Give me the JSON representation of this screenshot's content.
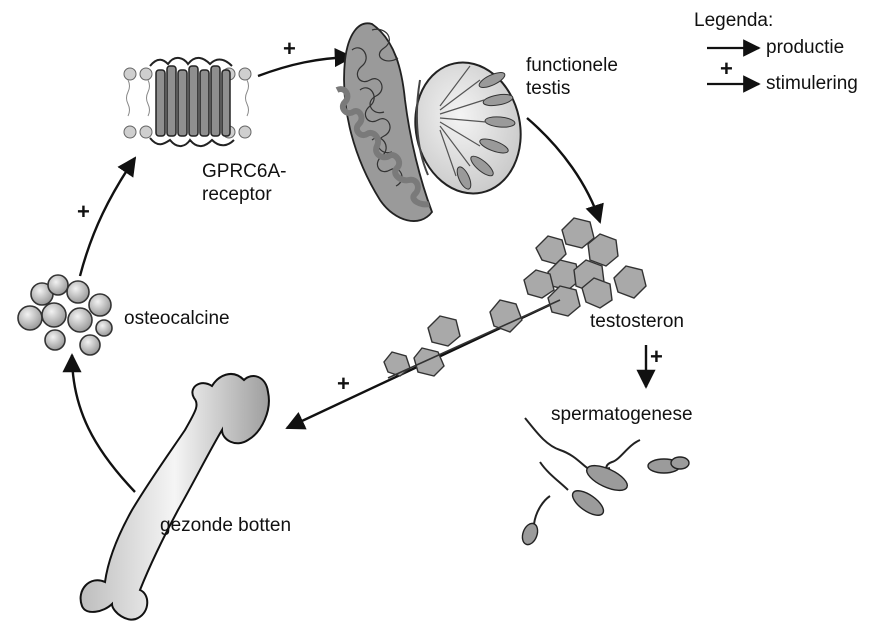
{
  "legend": {
    "title": "Legenda:",
    "production_label": "productie",
    "stimulation_label": "stimulering",
    "plus_symbol": "+"
  },
  "nodes": {
    "receptor": {
      "line1": "GPRC6A-",
      "line2": "receptor",
      "icon": "membrane-receptor-icon"
    },
    "testis": {
      "line1": "functionele",
      "line2": "testis",
      "icon": "testis-icon"
    },
    "testosterone": {
      "label": "testosteron",
      "icon": "hexagon-molecules-icon"
    },
    "spermatogenesis": {
      "label": "spermatogenese",
      "icon": "sperm-cells-icon"
    },
    "bone": {
      "label": "gezonde botten",
      "icon": "femur-bone-icon"
    },
    "osteocalcin": {
      "label": "osteocalcine",
      "icon": "osteocalcin-cluster-icon"
    }
  },
  "arrow_signs": {
    "osteocalcin_to_receptor": "+",
    "receptor_to_testis": "+",
    "testosterone_to_sperm": "+",
    "testosterone_to_bone": "+"
  },
  "colors": {
    "ink": "#111111",
    "molecule_fill": "#a9a9a9",
    "molecule_stroke": "#333333",
    "cell_fill": "#c8c8c8",
    "bone_fill": "#e6e6e6"
  }
}
